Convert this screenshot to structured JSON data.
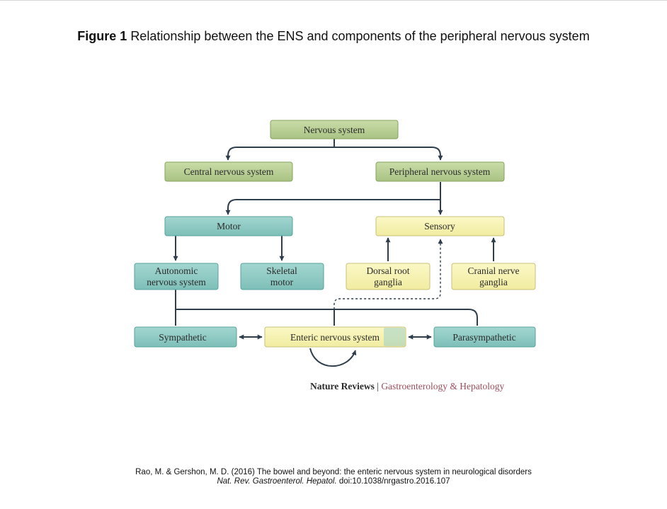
{
  "figure": {
    "label": "Figure 1",
    "title": "Relationship between the ENS and components of the peripheral nervous system"
  },
  "nodes": {
    "nervous_system": "Nervous system",
    "cns": "Central nervous system",
    "pns": "Peripheral nervous system",
    "motor": "Motor",
    "sensory": "Sensory",
    "autonomic_line1": "Autonomic",
    "autonomic_line2": "nervous system",
    "skeletal_line1": "Skeletal",
    "skeletal_line2": "motor",
    "dorsal_line1": "Dorsal root",
    "dorsal_line2": "ganglia",
    "cranial_line1": "Cranial nerve",
    "cranial_line2": "ganglia",
    "sympathetic": "Sympathetic",
    "enteric": "Enteric nervous system",
    "parasympathetic": "Parasympathetic"
  },
  "credit": {
    "publisher": "Nature Reviews",
    "separator": "|",
    "journal": "Gastroenterology & Hepatology"
  },
  "citation": {
    "line1": "Rao, M. & Gershon, M. D. (2016) The bowel and beyond: the enteric nervous system in neurological disorders",
    "line2_journal": "Nat. Rev. Gastroenterol. Hepatol.",
    "line2_doi": "doi:10.1038/nrgastro.2016.107"
  },
  "colors": {
    "green_fill": "#b8cf95",
    "green_stroke": "#86a35c",
    "teal_fill": "#8ecbc5",
    "teal_stroke": "#55a39b",
    "yellow_fill": "#f7f3b2",
    "yellow_stroke": "#c7c07a",
    "connector": "#2f3e4c",
    "journal_accent": "#9b4d5c"
  }
}
